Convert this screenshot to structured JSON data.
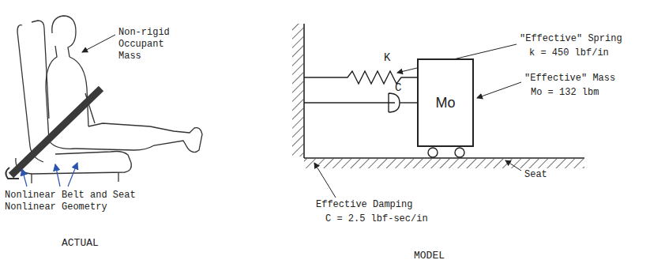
{
  "diagram": {
    "nodes": [
      {
        "text": [
          "Mo"
        ]
      }
    ],
    "labels": [
      "Non-rigid Occupant Mass",
      "Nonlinear Belt and Seat Nonlinear Geometry",
      "ACTUAL",
      "\"Effective\" Spring",
      "k = 450 lbf/in",
      "K",
      "C",
      "\"Effective\" Mass",
      "Mo = 132 lbm",
      "Effective Damping",
      "C = 2.5 lbf-sec/in",
      "Seat",
      "MODEL"
    ]
  }
}
